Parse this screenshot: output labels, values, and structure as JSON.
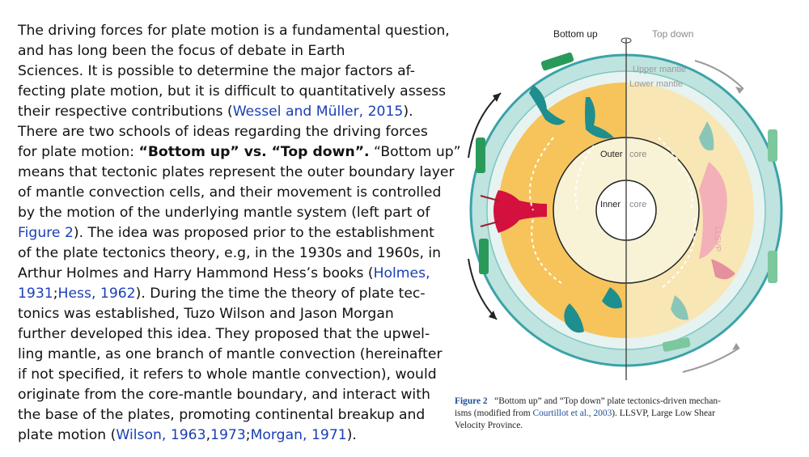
{
  "body": {
    "l1": "The driving forces for plate motion is a fundamental question,",
    "l2": "and has long been the focus of debate in Earth",
    "l3": "Sciences. It is possible to determine the major factors af-",
    "l4": "fecting plate motion, but it is difficult to quantitatively assess",
    "l5a": "their respective contributions (",
    "l5link": "Wessel and Müller, 2015",
    "l5b": ").",
    "l6": "There are two schools of ideas regarding the driving forces",
    "l7a": "for plate motion: ",
    "l7bold": "“Bottom up” vs. “Top down”.",
    "l7b": " “Bottom up”",
    "l8": "means that tectonic plates represent the outer boundary layer",
    "l9": "of mantle convection cells, and their movement is controlled",
    "l10": "by the motion of the underlying mantle system (left part of",
    "l11link": "Figure 2",
    "l11b": "). The idea was proposed prior to the establishment",
    "l12": "of the plate tectonics theory, e.g, in the 1930s and 1960s, in",
    "l13a": "Arthur Holmes and Harry Hammond Hess’s books (",
    "l13link": "Holmes,",
    "l14link1": "1931",
    "l14sep": ";",
    "l14link2": "Hess, 1962",
    "l14b": "). During the time the theory of plate tec-",
    "l15": "tonics was established, Tuzo Wilson and Jason Morgan",
    "l16": "further developed this idea. They proposed that the upwel-",
    "l17": "ling mantle, as one branch of mantle convection (hereinafter",
    "l18": "if not specified, it refers to whole mantle convection), would",
    "l19": "originate from the core-mantle boundary, and interact with",
    "l20": "the base of the plates, promoting continental breakup and",
    "l21a": "plate motion (",
    "l21link1": "Wilson, 1963",
    "l21sep1": ",",
    "l21link2": "1973",
    "l21sep2": ";",
    "l21link3": "Morgan, 1971",
    "l21b": ")."
  },
  "figure": {
    "bottom_up": "Bottom up",
    "top_down": "Top down",
    "upper_mantle": "Upper mantle",
    "lower_mantle": "Lower mantle",
    "outer_left": "Outer",
    "outer_right": "core",
    "inner_left": "Inner",
    "inner_right": "core",
    "llsvp": "LLSVP"
  },
  "caption": {
    "label": "Figure 2",
    "part1": "   “Bottom up” and “Top down” plate tectonics-driven mechan-",
    "part2": "isms (modified from ",
    "link": "Courtillot et al., 2003",
    "part3": "). LLSVP, Large Low Shear",
    "part4": "Velocity Province."
  },
  "colors": {
    "link": "#1a3fb5",
    "outer_ring": "#bfe3df",
    "lower_mantle_left": "#f6c45a",
    "lower_mantle_right": "#f8e6b5",
    "plume": "#d4103f",
    "llsvp": "#f2a6b8",
    "plate_green": "#2a9a5a",
    "slab_teal": "#1e8e8e"
  }
}
